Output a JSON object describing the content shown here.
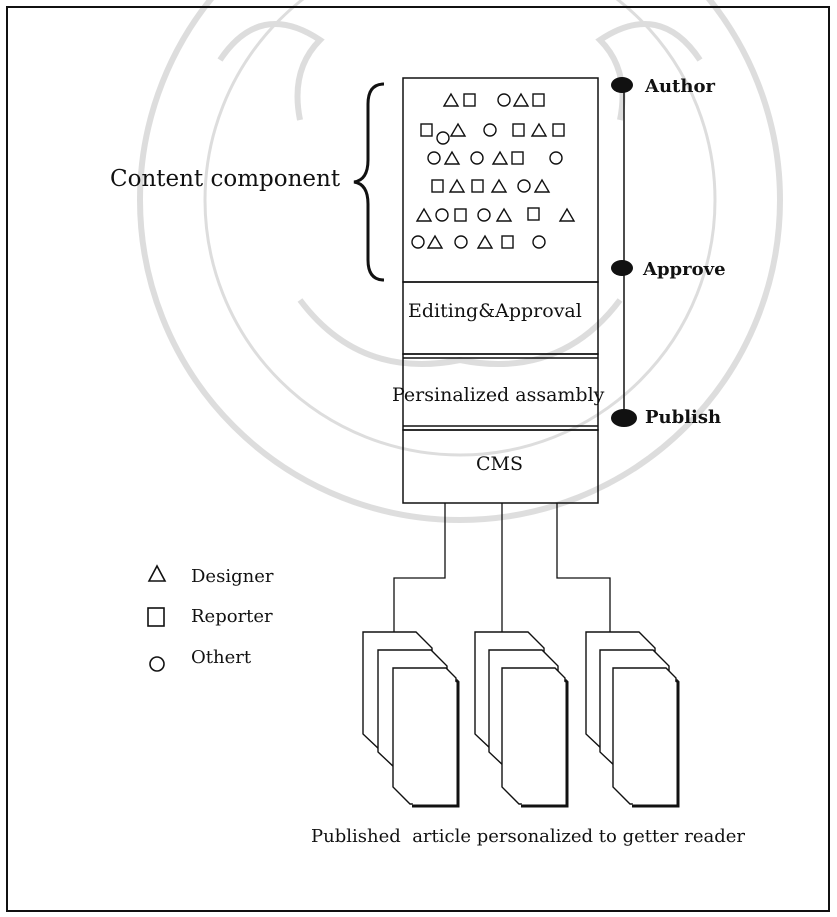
{
  "left_label": "Content component",
  "stack": {
    "editing_label": "Editing&Approval",
    "assembly_label": "Persinalized assambly",
    "cms_label": "CMS"
  },
  "workflow": {
    "author": "Author",
    "approve": "Approve",
    "publish": "Publish"
  },
  "legend": [
    {
      "shape": "triangle",
      "label": "Designer"
    },
    {
      "shape": "square",
      "label": "Reporter"
    },
    {
      "shape": "circle",
      "label": "Othert"
    }
  ],
  "caption": "Published  article personalized to getter reader",
  "watermark": {
    "description": "faint circular university seal watermark behind diagram"
  }
}
